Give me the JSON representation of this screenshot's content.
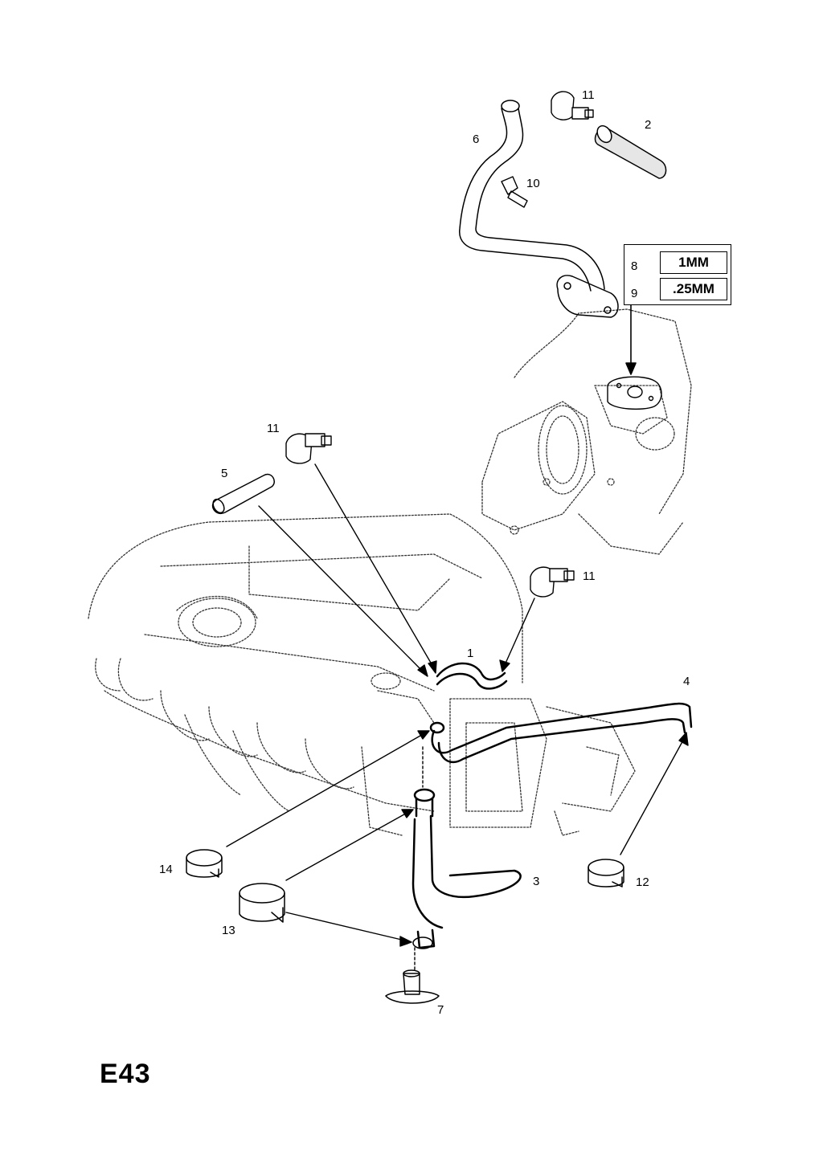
{
  "callouts": {
    "c1": "1",
    "c2": "2",
    "c3": "3",
    "c4": "4",
    "c5": "5",
    "c6": "6",
    "c7": "7",
    "c10": "10",
    "c11_top": "11",
    "c11_mid": "11",
    "c11_right": "11",
    "c12": "12",
    "c13": "13",
    "c14": "14"
  },
  "spec_table": {
    "rows": [
      {
        "ref": "8",
        "value": "1MM"
      },
      {
        "ref": "9",
        "value": ".25MM"
      }
    ]
  },
  "page_code": "E43"
}
